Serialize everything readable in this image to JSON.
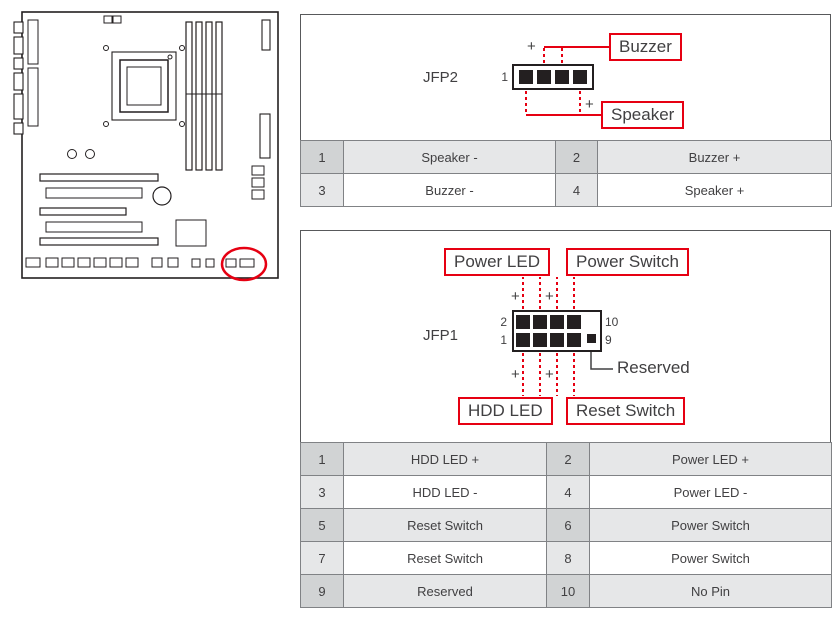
{
  "colors": {
    "accent_red": "#e60012",
    "line": "#231f20",
    "text": "#414042"
  },
  "symbols": {
    "plus": "+"
  },
  "motherboard": {
    "highlight": "front-panel-connector-location"
  },
  "jfp2": {
    "connector_label": "JFP2",
    "pin_numbers": {
      "first": "1"
    },
    "callouts": {
      "top": "Buzzer",
      "bottom": "Speaker"
    },
    "table": {
      "rows": [
        [
          "1",
          "Speaker -",
          "2",
          "Buzzer +"
        ],
        [
          "3",
          "Buzzer -",
          "4",
          "Speaker +"
        ]
      ]
    }
  },
  "jfp1": {
    "connector_label": "JFP1",
    "pin_numbers": {
      "top_left": "2",
      "bottom_left": "1",
      "top_right": "10",
      "bottom_right": "9"
    },
    "callouts": {
      "top_left": "Power LED",
      "top_right": "Power Switch",
      "bottom_left": "HDD LED",
      "bottom_right": "Reset Switch",
      "reserved": "Reserved"
    },
    "table": {
      "rows": [
        [
          "1",
          "HDD LED +",
          "2",
          "Power LED +"
        ],
        [
          "3",
          "HDD LED -",
          "4",
          "Power LED -"
        ],
        [
          "5",
          "Reset Switch",
          "6",
          "Power Switch"
        ],
        [
          "7",
          "Reset Switch",
          "8",
          "Power Switch"
        ],
        [
          "9",
          "Reserved",
          "10",
          "No Pin"
        ]
      ]
    }
  }
}
